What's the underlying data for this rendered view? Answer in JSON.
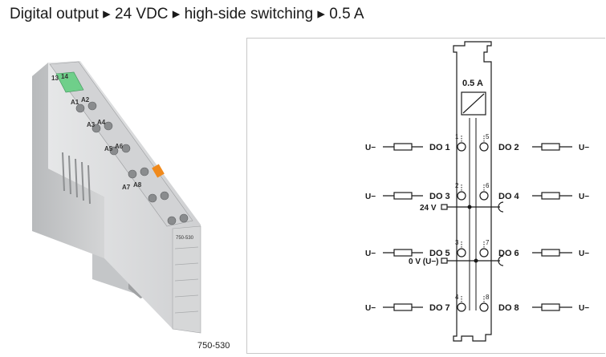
{
  "title": "Digital output ▸ 24 VDC ▸ high-side switching ▸ 0.5 A",
  "product_photo": {
    "part_number": "750-530",
    "terminal_labels": [
      "13",
      "14",
      "A1",
      "A2",
      "A3",
      "A4",
      "A5",
      "A6",
      "A7",
      "A8"
    ],
    "side_text": "750-530"
  },
  "diagram": {
    "rating": "0.5 A",
    "supply_labels": {
      "positive": "24 V",
      "negative": "0 V (U−)"
    },
    "channels": [
      {
        "label": "DO 1",
        "contact": "1",
        "side": "left"
      },
      {
        "label": "DO 2",
        "contact": "5",
        "side": "right"
      },
      {
        "label": "DO 3",
        "contact": "2",
        "side": "left"
      },
      {
        "label": "DO 4",
        "contact": "6",
        "side": "right"
      },
      {
        "label": "DO 5",
        "contact": "3",
        "side": "left"
      },
      {
        "label": "DO 6",
        "contact": "7",
        "side": "right"
      },
      {
        "label": "DO 7",
        "contact": "4",
        "side": "left"
      },
      {
        "label": "DO 8",
        "contact": "8",
        "side": "right"
      }
    ],
    "load_label": "U−"
  },
  "colors": {
    "housing": "#d9dadb",
    "housing_shadow": "#a9abad",
    "status_led": "#6fcf8a",
    "release_tab": "#f08a1c",
    "line": "#1a1a1a"
  }
}
